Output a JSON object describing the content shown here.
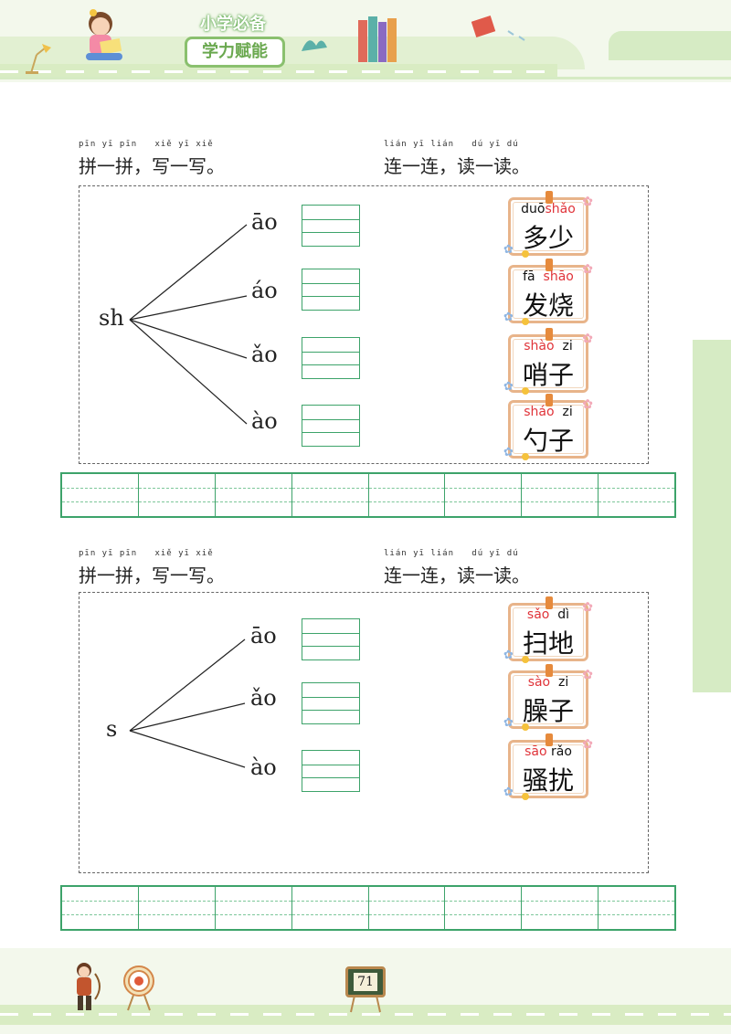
{
  "header": {
    "tag_line1": "小学必备",
    "tag_line2": "学力赋能"
  },
  "sections": [
    {
      "left_pinyin": "pīn yī pīn   xiě yī xiě",
      "left_instruction": "拼一拼，写一写。",
      "right_pinyin": "lián yī lián   dú yī dú",
      "right_instruction": "连一连，读一读。",
      "initial": "sh",
      "finals": [
        "āo",
        "áo",
        "ǎo",
        "ào"
      ],
      "cards": [
        {
          "p1": "duō",
          "p2": "shǎo",
          "p1_red": false,
          "p2_red": true,
          "word": "多少"
        },
        {
          "p1": "fā",
          "p2": "shāo",
          "p1_red": false,
          "p2_red": true,
          "word": "发烧"
        },
        {
          "p1": "shào",
          "p2": "zi",
          "p1_red": true,
          "p2_red": false,
          "word": "哨子"
        },
        {
          "p1": "sháo",
          "p2": "zi",
          "p1_red": true,
          "p2_red": false,
          "word": "勺子"
        }
      ]
    },
    {
      "left_pinyin": "pīn yī pīn   xiě yī xiě",
      "left_instruction": "拼一拼，写一写。",
      "right_pinyin": "lián yī lián   dú yī dú",
      "right_instruction": "连一连，读一读。",
      "initial": "s",
      "finals": [
        "āo",
        "ǎo",
        "ào"
      ],
      "cards": [
        {
          "p1": "sǎo",
          "p2": "dì",
          "p1_red": true,
          "p2_red": false,
          "word": "扫地"
        },
        {
          "p1": "sào",
          "p2": "zi",
          "p1_red": true,
          "p2_red": false,
          "word": "臊子"
        },
        {
          "p1": "sāo",
          "p2": "rǎo",
          "p1_red": true,
          "p2_red": false,
          "word": "骚扰"
        }
      ]
    }
  ],
  "page_number": "71",
  "colors": {
    "grid_green": "#3da36a",
    "pinyin_red": "#e0343a",
    "card_border": "#e8b48a",
    "header_green": "#d6ebc4"
  },
  "icons": [
    "girl-reading-illustration",
    "desk-lamp-icon",
    "books-icon",
    "flying-book-icon",
    "archer-illustration",
    "archery-target-icon"
  ]
}
